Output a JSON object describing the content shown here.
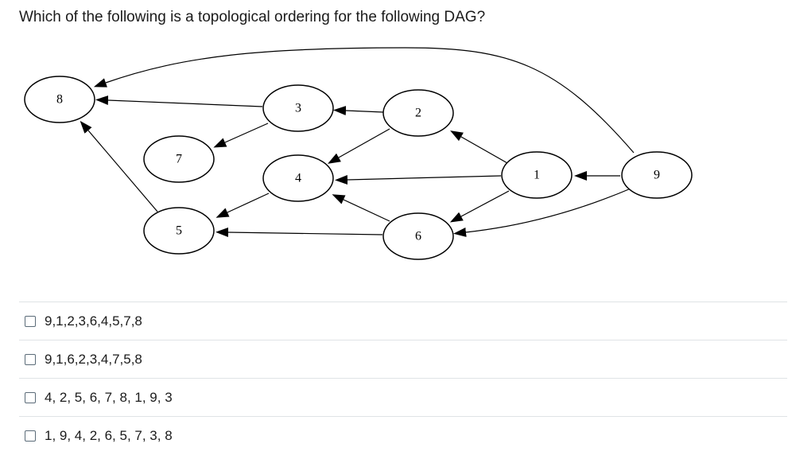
{
  "question": {
    "text": "Which of the following is a topological ordering for the following DAG?"
  },
  "graph": {
    "nodes": [
      "8",
      "3",
      "2",
      "7",
      "4",
      "1",
      "9",
      "5",
      "6"
    ],
    "edges": [
      [
        "9",
        "8"
      ],
      [
        "3",
        "8"
      ],
      [
        "2",
        "3"
      ],
      [
        "3",
        "7"
      ],
      [
        "2",
        "4"
      ],
      [
        "1",
        "2"
      ],
      [
        "1",
        "4"
      ],
      [
        "9",
        "1"
      ],
      [
        "5",
        "8"
      ],
      [
        "4",
        "5"
      ],
      [
        "6",
        "4"
      ],
      [
        "6",
        "5"
      ],
      [
        "1",
        "6"
      ],
      [
        "9",
        "6"
      ]
    ],
    "edge_color": "#000000"
  },
  "answers": [
    {
      "label": "9,1,2,3,6,4,5,7,8"
    },
    {
      "label": "9,1,6,2,3,4,7,5,8"
    },
    {
      "label": "4, 2, 5, 6, 7, 8, 1, 9, 3"
    },
    {
      "label": "1, 9, 4, 2, 6, 5, 7, 3, 8"
    }
  ]
}
